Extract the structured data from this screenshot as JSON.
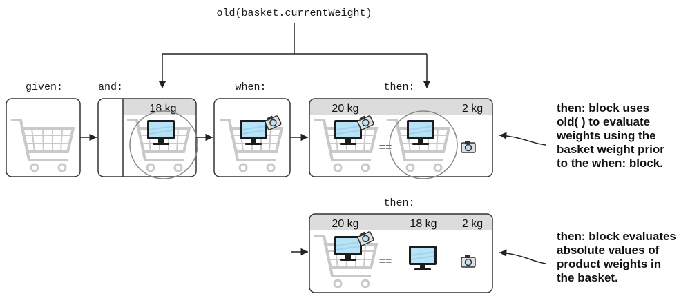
{
  "top_expression": "old(basket.currentWeight)",
  "labels": {
    "given": "given:",
    "and": "and:",
    "when": "when:",
    "then": "then:",
    "then_lower": "then:"
  },
  "and_box": {
    "weight": "18 kg"
  },
  "then_box": {
    "basket_weight": "20 kg",
    "camera_weight": "2 kg",
    "equals": "=="
  },
  "lower_box": {
    "basket_weight": "20 kg",
    "tv_weight": "18 kg",
    "camera_weight": "2 kg",
    "equals": "=="
  },
  "notes": {
    "upper": [
      "then: block uses",
      "old( ) to evaluate",
      "weights using the",
      "basket weight prior",
      "to the when: block."
    ],
    "lower": [
      "then: block evaluates",
      "absolute values of",
      "product weights in",
      "the basket."
    ]
  },
  "colors": {
    "header_bg": "#dcdcdc",
    "cart": "#c9c9c9",
    "screen": "#b8e2f5",
    "box_stroke": "#333333"
  },
  "icons": [
    "shopping-cart-icon",
    "tv-icon",
    "camera-icon",
    "arrow-icon",
    "circle-highlight"
  ]
}
